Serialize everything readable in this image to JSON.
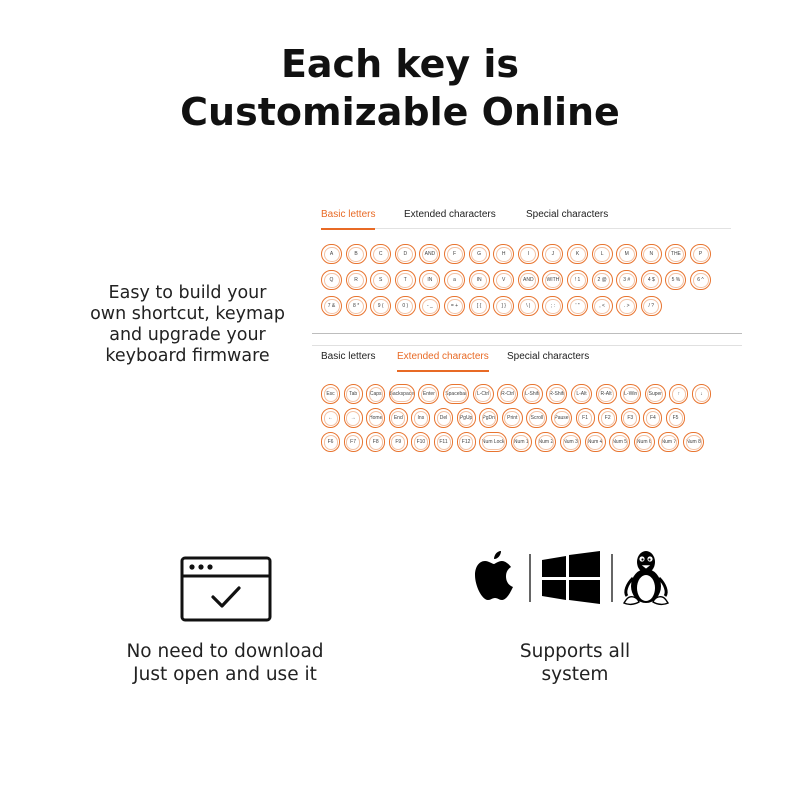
{
  "title": {
    "line1": "Each key is",
    "line2": "Customizable Online"
  },
  "feature_keymap": {
    "lines": [
      "Easy to build your",
      "own shortcut, keymap",
      "and upgrade your",
      "keyboard firmware"
    ]
  },
  "panel_basic": {
    "tabs": [
      {
        "label": "Basic letters",
        "active": true
      },
      {
        "label": "Extended characters",
        "active": false
      },
      {
        "label": "Special characters",
        "active": false
      }
    ],
    "rows": [
      [
        "A",
        "B",
        "C",
        "D",
        "AND",
        "F",
        "G",
        "H",
        "I",
        "J",
        "K",
        "L",
        "M",
        "N",
        "THE",
        "P"
      ],
      [
        "Q",
        "R",
        "S",
        "T",
        "IN",
        "a",
        "IN",
        "V",
        "AND",
        "WITH",
        "! 1",
        "2 @",
        "3 #",
        "4 $",
        "5 %",
        "6 ^"
      ],
      [
        "7 &",
        "8 *",
        "9 (",
        "0 )",
        "- _",
        "= +",
        "[ {",
        "] }",
        "\\ |",
        "; :",
        "' \"",
        ", <",
        ". >",
        "/ ?"
      ]
    ]
  },
  "panel_extended": {
    "tabs": [
      {
        "label": "Basic letters",
        "active": false
      },
      {
        "label": "Extended characters",
        "active": true
      },
      {
        "label": "Special characters",
        "active": false
      }
    ],
    "rows": [
      [
        "Esc",
        "Tab",
        "Caps",
        "Backspace",
        "Enter",
        "Spacebar",
        "L-Ctrl",
        "R-Ctrl",
        "L-Shift",
        "R-Shift",
        "L-Alt",
        "R-Alt",
        "L-Win",
        "Super",
        "↑",
        "↓"
      ],
      [
        "←",
        "→",
        "Home",
        "End",
        "Ins",
        "Del",
        "PgUp",
        "PgDn",
        "Print",
        "Scroll",
        "Pause",
        "F1",
        "F2",
        "F3",
        "F4",
        "F5"
      ],
      [
        "F6",
        "F7",
        "F8",
        "F9",
        "F10",
        "F11",
        "F12",
        "Num Lock",
        "Num 1",
        "Num 2",
        "Num 3",
        "Num 4",
        "Num 5",
        "Num 6",
        "Num 7",
        "Num 8"
      ]
    ]
  },
  "feature_online": {
    "lines": [
      "No need to download",
      "Just open and use it"
    ]
  },
  "feature_systems": {
    "lines": [
      "Supports all",
      "system"
    ]
  },
  "icons": {
    "browser": "browser-check-icon",
    "apple": "apple-icon",
    "windows": "windows-icon",
    "linux": "linux-tux-icon"
  },
  "colors": {
    "accent": "#e86a25",
    "text": "#111111"
  }
}
